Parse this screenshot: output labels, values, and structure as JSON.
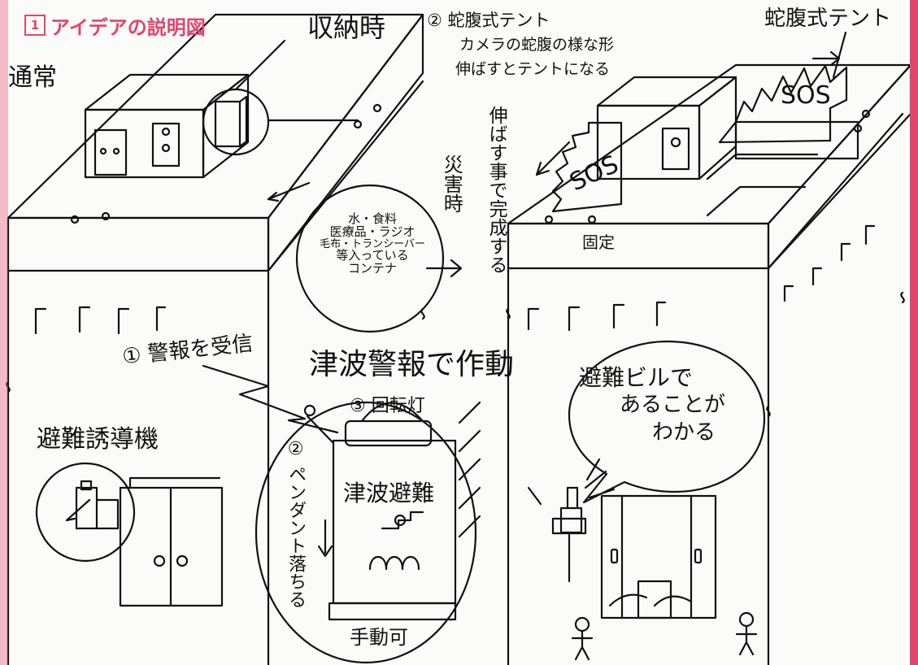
{
  "colors": {
    "accent": "#e2456d",
    "ink": "#111111",
    "paper": "#fbfbf9"
  },
  "header": {
    "badge_number": "1",
    "title": "アイデアの説明図"
  },
  "panel_left": {
    "label_normal": "通常",
    "label_storage": "収納時",
    "container_note": [
      "水・食料",
      "医療品・ラジオ",
      "毛布・トランシーバー",
      "等入っている",
      "コンテナ"
    ],
    "guide_label": "避難誘導機",
    "step1": "① 警報を受信"
  },
  "panel_right": {
    "tent_note_title": "② 蛇腹式テント",
    "tent_note_line1": "カメラの蛇腹の様な形",
    "tent_note_line2": "伸ばすとテントになる",
    "tent_label": "蛇腹式テント",
    "extend_note": "伸ばす事で完成する",
    "sign_sos": "SOS",
    "fix_label": "固定",
    "speech": [
      "避難ビルで",
      "あることが",
      "わかる"
    ]
  },
  "middle": {
    "disaster_label": "災害時",
    "activate_title": "津波警報で作動",
    "light_label": "③ 回転灯",
    "pendant_label": "② ペンダント落ちる",
    "sign_text": "津波避難",
    "manual_label": "手動可"
  }
}
